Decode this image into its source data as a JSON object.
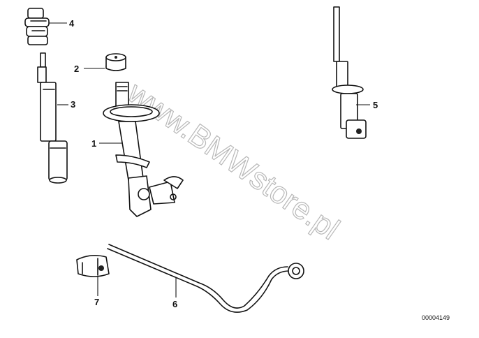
{
  "callouts": {
    "c1": "1",
    "c2": "2",
    "c3": "3",
    "c4": "4",
    "c5": "5",
    "c6": "6",
    "c7": "7"
  },
  "watermark": "www.BMWstore.pl",
  "reference_number": "00004149"
}
